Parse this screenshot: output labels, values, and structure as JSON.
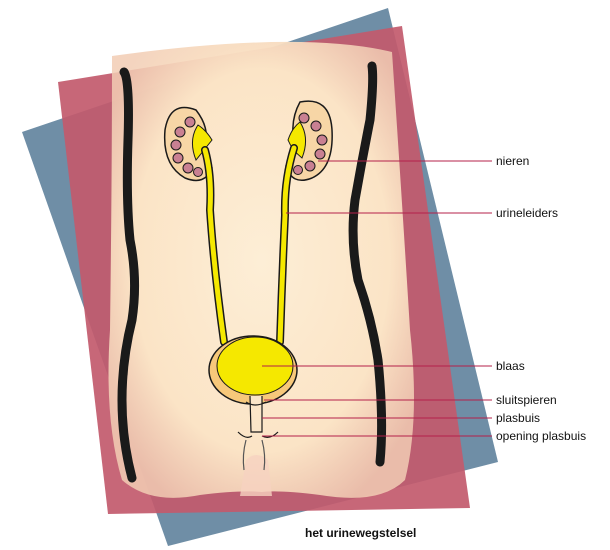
{
  "labels": {
    "nieren": "nieren",
    "urineleiders": "urineleiders",
    "blaas": "blaas",
    "sluitspieren": "sluitspieren",
    "plasbuis": "plasbuis",
    "opening_plasbuis": "opening plasbuis"
  },
  "caption": "het urinewegstelsel",
  "colors": {
    "leader_line": "#b4204a",
    "body_fill": "#fbe6c8",
    "blue_panel": "#6f8ea6",
    "red_panel": "#c25a6c",
    "urine_yellow": "#f5e800",
    "kidney_pink": "#c98092",
    "outline": "#1a1a1a"
  }
}
